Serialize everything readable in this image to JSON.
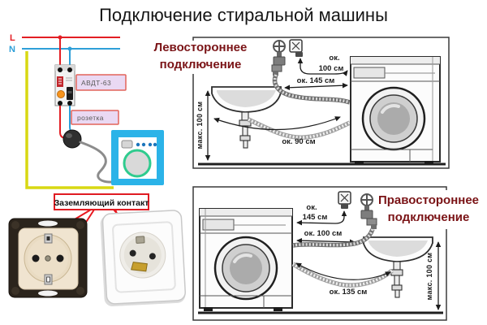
{
  "title": "Подключение стиральной машины",
  "colors": {
    "line_wire": "#e31e24",
    "neutral_wire": "#2e9fd8",
    "ground_wire": "#d8d813",
    "panel_title": "#7a1316",
    "label_box_fill": "#ead9f3",
    "label_box_border": "#e2645a",
    "machine_icon_blue": "#2bb3e8",
    "machine_door_green": "#2fcb8e",
    "arrow_red": "#e8171e"
  },
  "wiring_diagram": {
    "line_label": "L",
    "neutral_label": "N",
    "breaker_label": "АВДТ-63",
    "socket_label": "розетка"
  },
  "grounding": {
    "label": "Заземляющий контакт"
  },
  "left_connection": {
    "title_line1": "Левостороннее",
    "title_line2": "подключение",
    "socket_distance_line1": "ок.",
    "socket_distance_line2": "100 см",
    "tap_distance": "ок. 145 см",
    "drain_distance": "ок. 90 см",
    "max_height": "макс. 100 см"
  },
  "right_connection": {
    "title_line1": "Правостороннее",
    "title_line2": "подключение",
    "socket_distance_line1": "ок.",
    "socket_distance_line2": "145 см",
    "tap_distance": "ок. 100 см",
    "drain_distance": "ок. 135 см",
    "max_height": "макс. 100 см"
  }
}
